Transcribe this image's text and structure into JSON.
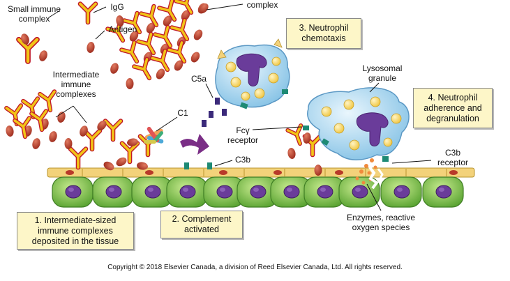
{
  "labels": {
    "small_immune_complex": "Small immune\ncomplex",
    "igg": "IgG",
    "antigen": "Antigen",
    "large_complex": "complex",
    "intermediate": "Intermediate\nimmune\ncomplexes",
    "c1": "C1",
    "c5a": "C5a",
    "fc_receptor": "Fcγ\nreceptor",
    "c3b": "C3b",
    "lysosomal_granule": "Lysosomal\ngranule",
    "c3b_receptor": "C3b\nreceptor",
    "enzymes": "Enzymes, reactive\noxygen species"
  },
  "steps": [
    "1. Intermediate-sized\nimmune complexes\ndeposited in the tissue",
    "2. Complement\nactivated",
    "3. Neutrophil\nchemotaxis",
    "4. Neutrophil\nadherence and\ndegranulation"
  ],
  "copyright": "Copyright © 2018 Elsevier Canada, a division of Reed Elsevier Canada, Ltd. All rights reserved.",
  "colors": {
    "antibody": "#f2c417",
    "antibody_outline": "#c01a2a",
    "antigen": "#b83a2a",
    "cell": "#7cc243",
    "nucleus": "#6a3c9a",
    "membrane": "#f3d27a",
    "neutrophil": "#b8dcf0",
    "granule": "#f7d76a",
    "receptor": "#1e8a74"
  }
}
